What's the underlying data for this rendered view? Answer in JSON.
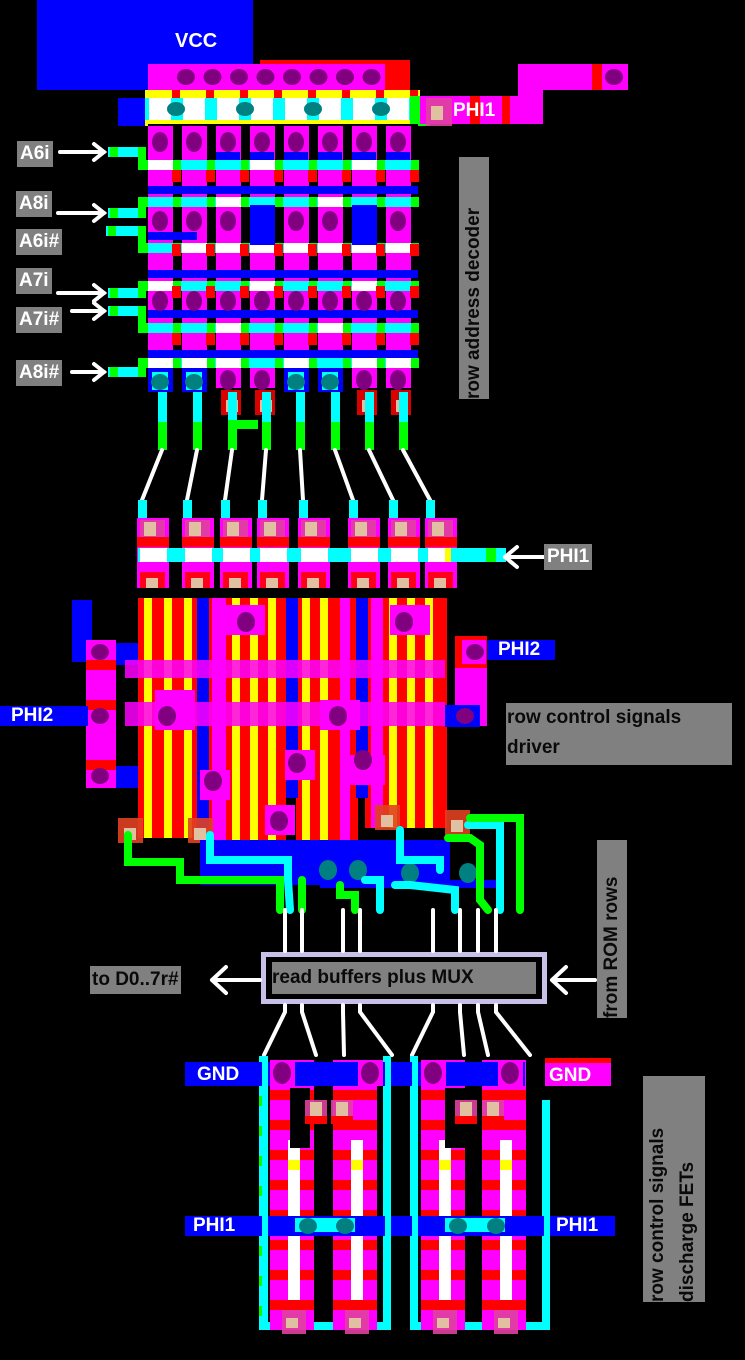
{
  "diagram": {
    "title": "ROM row decoder / row control silicon layout",
    "colors": {
      "background": "#000000",
      "metal": "#0000ff",
      "diffusion": "#ff00ff",
      "poly": "#ff0000",
      "buried": "#ffff00",
      "metal2_green": "#00ff00",
      "metal2_cyan": "#00ffff",
      "overlap_white": "#ffffff",
      "contact": "#800080",
      "via": "#008080",
      "label_bg": "#808080",
      "mux_border": "#c8c0e8"
    },
    "power_labels": {
      "vcc": "VCC",
      "gnd_left": "GND",
      "gnd_right": "GND"
    },
    "clock_labels": {
      "phi1_top": "PHI1",
      "phi1_mid": "PHI1",
      "phi2_left": "PHI2",
      "phi2_right": "PHI2",
      "phi1_bottom_left": "PHI1",
      "phi1_bottom_right": "PHI1"
    },
    "address_inputs": [
      "A6i",
      "A8i",
      "A6i#",
      "A7i",
      "A7i#",
      "A8i#"
    ],
    "section_labels": {
      "decoder": "row address decoder",
      "driver_line1": "row control signals",
      "driver_line2": "driver",
      "discharge_line1": "row control signals",
      "discharge_line2": "discharge FETs"
    },
    "mux": {
      "label": "read buffers plus MUX",
      "output_label": "to D0..7r#",
      "input_label": "from ROM rows"
    }
  }
}
